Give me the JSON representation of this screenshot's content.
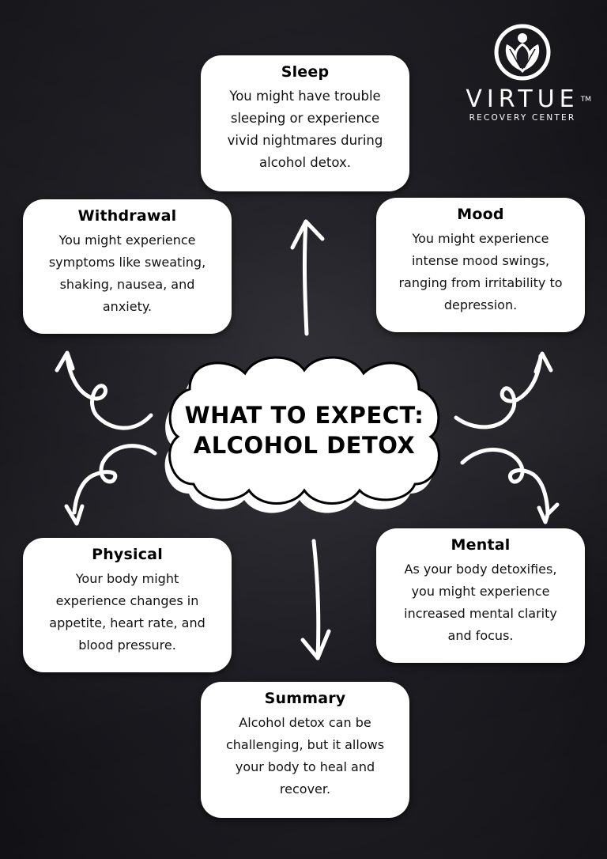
{
  "logo": {
    "brand": "VIRTUE",
    "trademark": "TM",
    "subtitle": "RECOVERY CENTER",
    "icon": "lotus-person-icon"
  },
  "title": {
    "line1": "WHAT TO EXPECT:",
    "line2": "ALCOHOL DETOX"
  },
  "cards": {
    "sleep": {
      "heading": "Sleep",
      "lines": [
        "You might have trouble",
        "sleeping or experience",
        "vivid nightmares during",
        "alcohol detox."
      ]
    },
    "withdrawal": {
      "heading": "Withdrawal",
      "lines": [
        "You might experience",
        "symptoms like sweating,",
        "shaking, nausea, and",
        "anxiety."
      ]
    },
    "mood": {
      "heading": "Mood",
      "lines": [
        "You might experience",
        "intense mood swings,",
        "ranging from irritability to",
        "depression."
      ]
    },
    "physical": {
      "heading": "Physical",
      "lines": [
        "Your body might",
        "experience changes in",
        "appetite, heart rate, and",
        "blood pressure."
      ]
    },
    "mental": {
      "heading": "Mental",
      "lines": [
        "As your body detoxifies,",
        "you might experience",
        "increased mental clarity",
        "and focus."
      ]
    },
    "summary": {
      "heading": "Summary",
      "lines": [
        "Alcohol detox can be",
        "challenging, but it allows",
        "your body to heal and",
        "recover."
      ]
    }
  },
  "colors": {
    "background": "#1c1c22",
    "card": "#ffffff",
    "text": "#111111",
    "arrow": "#ffffff"
  }
}
